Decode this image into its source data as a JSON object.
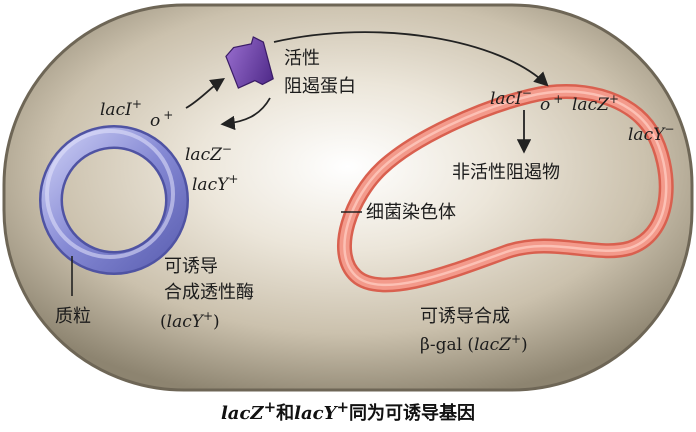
{
  "plasmid": {
    "lacI": "lacI",
    "lacI_sup": "+",
    "o": "o",
    "o_sup": "+",
    "lacZ": "lacZ",
    "lacZ_sup": "−",
    "lacY": "lacY",
    "lacY_sup": "+",
    "label": "质粒",
    "enzyme_line1": "可诱导",
    "enzyme_line2": "合成透性酶",
    "enzyme_line3_open": "(",
    "enzyme_line3_gene": "lacY",
    "enzyme_line3_sup": "+",
    "enzyme_line3_close": ")"
  },
  "repressor": {
    "line1": "活性",
    "line2": "阻遏蛋白"
  },
  "chromosome": {
    "lacI": "lacI",
    "lacI_sup": "−",
    "o": "o",
    "o_sup": "+",
    "lacZ": "lacZ",
    "lacZ_sup": "+",
    "lacY": "lacY",
    "lacY_sup": "−",
    "inactive": "非活性阻遏物",
    "label": "细菌染色体",
    "synth_line1": "可诱导合成",
    "synth_line2_pre": "β-gal (",
    "synth_line2_gene": "lacZ",
    "synth_line2_sup": "+",
    "synth_line2_close": ")"
  },
  "caption": {
    "g1": "lacZ",
    "s1": "+",
    "t1": "和",
    "g2": "lacY",
    "s2": "+",
    "t2": "同为可诱导基因"
  },
  "colors": {
    "cell_fill": "#b8ab94",
    "cell_edge": "#6e6656",
    "plasmid_ring": "#8c8fd6",
    "chromosome_ring": "#f18a7c",
    "repressor": "#6a3fa0"
  }
}
